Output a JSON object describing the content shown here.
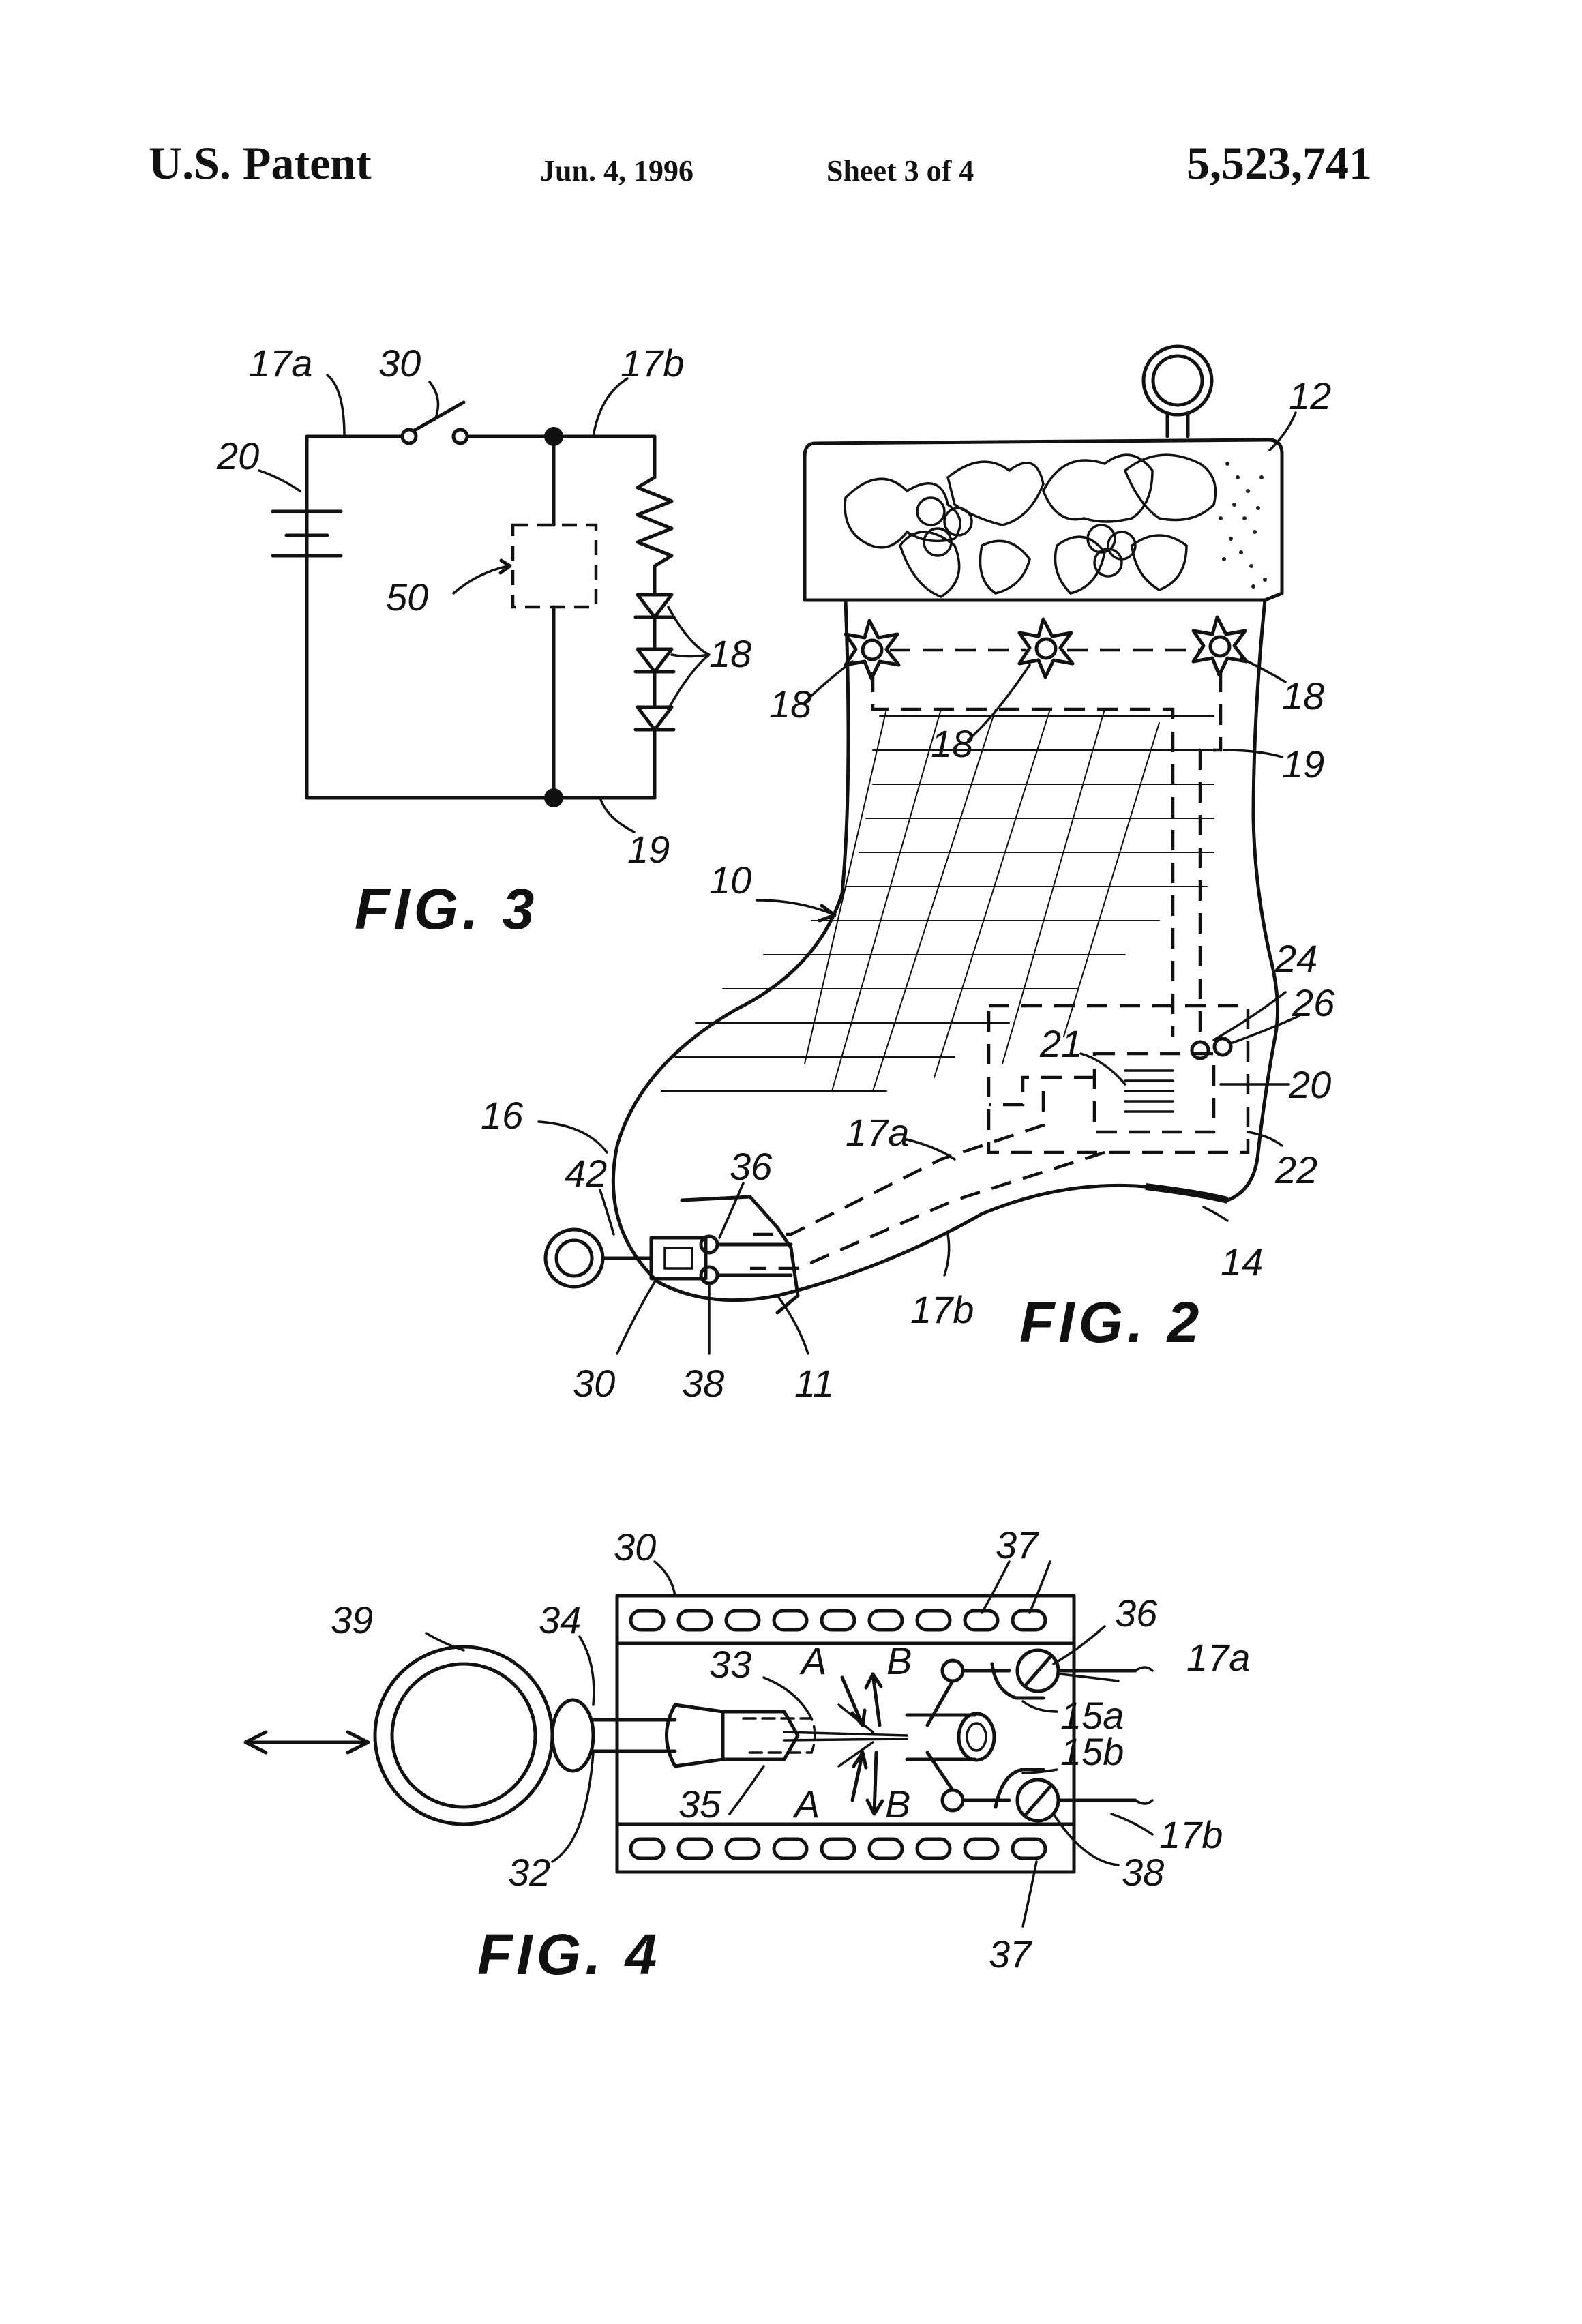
{
  "header": {
    "left": "U.S. Patent",
    "date": "Jun. 4, 1996",
    "sheet": "Sheet 3 of 4",
    "patent_number": "5,523,741"
  },
  "fig3": {
    "caption": "FIG. 3",
    "labels": {
      "l17a": "17a",
      "l30": "30",
      "l17b": "17b",
      "l20": "20",
      "l50": "50",
      "l18": "18",
      "l19": "19"
    }
  },
  "fig2": {
    "caption": "FIG. 2",
    "labels": {
      "l12": "12",
      "l18a": "18",
      "l18b": "18",
      "l18c": "18",
      "l19": "19",
      "l10": "10",
      "l24": "24",
      "l26": "26",
      "l21": "21",
      "l20": "20",
      "l22": "22",
      "l16": "16",
      "l17a": "17a",
      "l36": "36",
      "l42": "42",
      "l14": "14",
      "l17b": "17b",
      "l30": "30",
      "l38": "38",
      "l11": "11"
    }
  },
  "fig4": {
    "caption": "FIG. 4",
    "labels": {
      "l30": "30",
      "l37a": "37",
      "l39": "39",
      "l34": "34",
      "l36": "36",
      "l17a": "17a",
      "l33": "33",
      "lA1": "A",
      "lB1": "B",
      "l15a": "15a",
      "l15b": "15b",
      "l35": "35",
      "lA2": "A",
      "lB2": "B",
      "l32": "32",
      "l17b": "17b",
      "l38": "38",
      "l37b": "37"
    }
  }
}
